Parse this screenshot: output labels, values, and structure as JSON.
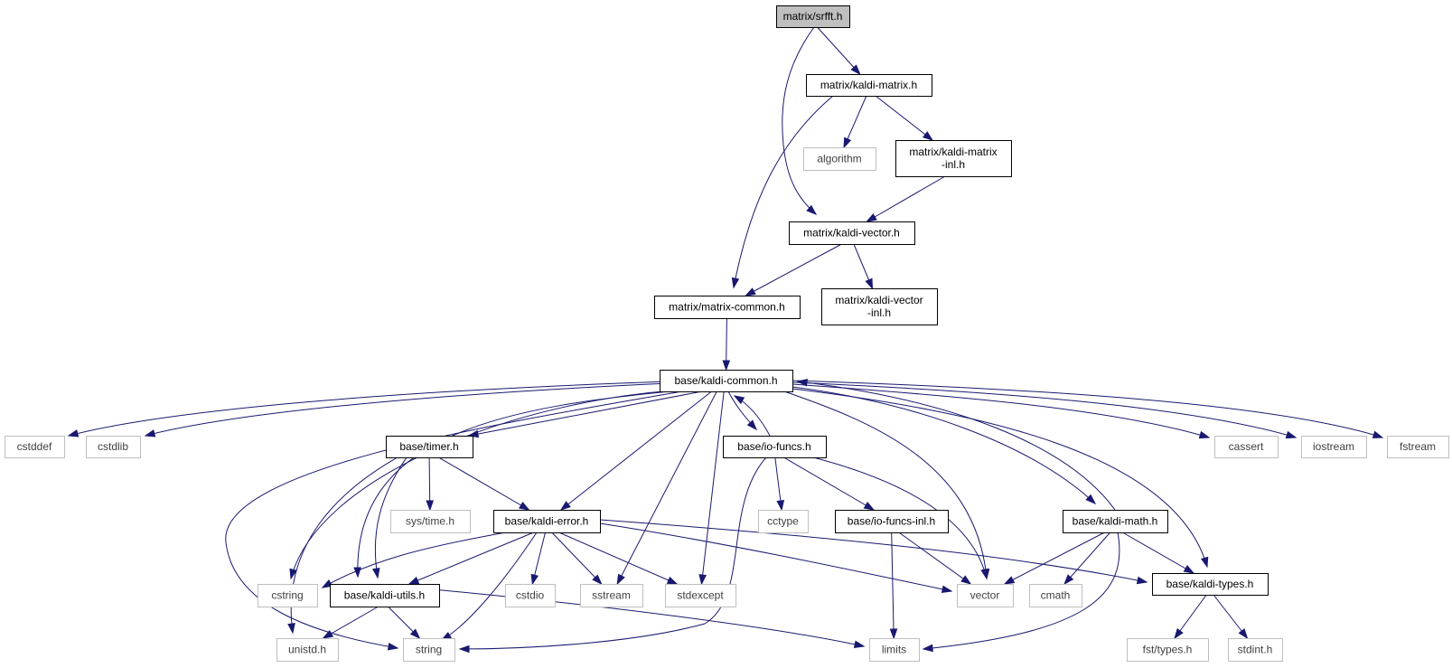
{
  "graph": {
    "nodes": [
      {
        "id": "srfft",
        "lines": [
          "matrix/srfft.h"
        ],
        "kind": "root"
      },
      {
        "id": "kaldi_matrix",
        "lines": [
          "matrix/kaldi-matrix.h"
        ],
        "kind": "local"
      },
      {
        "id": "algorithm",
        "lines": [
          "algorithm"
        ],
        "kind": "system"
      },
      {
        "id": "kaldi_matrix_inl",
        "lines": [
          "matrix/kaldi-matrix",
          "-inl.h"
        ],
        "kind": "local"
      },
      {
        "id": "kaldi_vector",
        "lines": [
          "matrix/kaldi-vector.h"
        ],
        "kind": "local"
      },
      {
        "id": "matrix_common",
        "lines": [
          "matrix/matrix-common.h"
        ],
        "kind": "local"
      },
      {
        "id": "kaldi_vector_inl",
        "lines": [
          "matrix/kaldi-vector",
          "-inl.h"
        ],
        "kind": "local"
      },
      {
        "id": "kaldi_common",
        "lines": [
          "base/kaldi-common.h"
        ],
        "kind": "local"
      },
      {
        "id": "cstddef",
        "lines": [
          "cstddef"
        ],
        "kind": "system"
      },
      {
        "id": "cstdlib",
        "lines": [
          "cstdlib"
        ],
        "kind": "system"
      },
      {
        "id": "timer",
        "lines": [
          "base/timer.h"
        ],
        "kind": "local"
      },
      {
        "id": "io_funcs",
        "lines": [
          "base/io-funcs.h"
        ],
        "kind": "local"
      },
      {
        "id": "cassert",
        "lines": [
          "cassert"
        ],
        "kind": "system"
      },
      {
        "id": "iostream",
        "lines": [
          "iostream"
        ],
        "kind": "system"
      },
      {
        "id": "fstream",
        "lines": [
          "fstream"
        ],
        "kind": "system"
      },
      {
        "id": "systime",
        "lines": [
          "sys/time.h"
        ],
        "kind": "system"
      },
      {
        "id": "kaldi_error",
        "lines": [
          "base/kaldi-error.h"
        ],
        "kind": "local"
      },
      {
        "id": "cctype",
        "lines": [
          "cctype"
        ],
        "kind": "system"
      },
      {
        "id": "io_funcs_inl",
        "lines": [
          "base/io-funcs-inl.h"
        ],
        "kind": "local"
      },
      {
        "id": "kaldi_math",
        "lines": [
          "base/kaldi-math.h"
        ],
        "kind": "local"
      },
      {
        "id": "cstring",
        "lines": [
          "cstring"
        ],
        "kind": "system"
      },
      {
        "id": "kaldi_utils",
        "lines": [
          "base/kaldi-utils.h"
        ],
        "kind": "local"
      },
      {
        "id": "cstdio",
        "lines": [
          "cstdio"
        ],
        "kind": "system"
      },
      {
        "id": "sstream",
        "lines": [
          "sstream"
        ],
        "kind": "system"
      },
      {
        "id": "stdexcept",
        "lines": [
          "stdexcept"
        ],
        "kind": "system"
      },
      {
        "id": "vector",
        "lines": [
          "vector"
        ],
        "kind": "system"
      },
      {
        "id": "cmath",
        "lines": [
          "cmath"
        ],
        "kind": "system"
      },
      {
        "id": "kaldi_types",
        "lines": [
          "base/kaldi-types.h"
        ],
        "kind": "local"
      },
      {
        "id": "unistd",
        "lines": [
          "unistd.h"
        ],
        "kind": "system"
      },
      {
        "id": "string",
        "lines": [
          "string"
        ],
        "kind": "system"
      },
      {
        "id": "limits",
        "lines": [
          "limits"
        ],
        "kind": "system"
      },
      {
        "id": "fst_types",
        "lines": [
          "fst/types.h"
        ],
        "kind": "system"
      },
      {
        "id": "stdint",
        "lines": [
          "stdint.h"
        ],
        "kind": "system"
      }
    ],
    "edges": [
      [
        "srfft",
        "kaldi_matrix"
      ],
      [
        "srfft",
        "kaldi_vector"
      ],
      [
        "kaldi_matrix",
        "algorithm"
      ],
      [
        "kaldi_matrix",
        "kaldi_matrix_inl"
      ],
      [
        "kaldi_matrix",
        "matrix_common"
      ],
      [
        "kaldi_matrix_inl",
        "kaldi_vector"
      ],
      [
        "kaldi_vector",
        "matrix_common"
      ],
      [
        "kaldi_vector",
        "kaldi_vector_inl"
      ],
      [
        "matrix_common",
        "kaldi_common"
      ],
      [
        "kaldi_common",
        "cstddef"
      ],
      [
        "kaldi_common",
        "cstdlib"
      ],
      [
        "kaldi_common",
        "cstring"
      ],
      [
        "kaldi_common",
        "kaldi_utils"
      ],
      [
        "kaldi_common",
        "string"
      ],
      [
        "kaldi_common",
        "timer"
      ],
      [
        "kaldi_common",
        "kaldi_error"
      ],
      [
        "kaldi_common",
        "sstream"
      ],
      [
        "kaldi_common",
        "stdexcept"
      ],
      [
        "kaldi_common",
        "io_funcs"
      ],
      [
        "kaldi_common",
        "vector"
      ],
      [
        "kaldi_common",
        "kaldi_math"
      ],
      [
        "kaldi_common",
        "kaldi_types"
      ],
      [
        "kaldi_common",
        "cassert"
      ],
      [
        "kaldi_common",
        "iostream"
      ],
      [
        "kaldi_common",
        "fstream"
      ],
      [
        "io_funcs",
        "kaldi_common"
      ],
      [
        "kaldi_math",
        "kaldi_common"
      ],
      [
        "timer",
        "systime"
      ],
      [
        "timer",
        "kaldi_error"
      ],
      [
        "timer",
        "kaldi_utils"
      ],
      [
        "timer",
        "unistd"
      ],
      [
        "io_funcs",
        "cctype"
      ],
      [
        "io_funcs",
        "io_funcs_inl"
      ],
      [
        "io_funcs",
        "vector"
      ],
      [
        "io_funcs",
        "string"
      ],
      [
        "io_funcs_inl",
        "vector"
      ],
      [
        "io_funcs_inl",
        "limits"
      ],
      [
        "kaldi_error",
        "cstring"
      ],
      [
        "kaldi_error",
        "kaldi_utils"
      ],
      [
        "kaldi_error",
        "string"
      ],
      [
        "kaldi_error",
        "cstdio"
      ],
      [
        "kaldi_error",
        "sstream"
      ],
      [
        "kaldi_error",
        "stdexcept"
      ],
      [
        "kaldi_error",
        "vector"
      ],
      [
        "kaldi_error",
        "kaldi_types"
      ],
      [
        "kaldi_math",
        "vector"
      ],
      [
        "kaldi_math",
        "cmath"
      ],
      [
        "kaldi_math",
        "kaldi_types"
      ],
      [
        "kaldi_math",
        "limits"
      ],
      [
        "kaldi_utils",
        "unistd"
      ],
      [
        "kaldi_utils",
        "string"
      ],
      [
        "kaldi_utils",
        "limits"
      ],
      [
        "kaldi_types",
        "fst_types"
      ],
      [
        "kaldi_types",
        "stdint"
      ]
    ]
  }
}
